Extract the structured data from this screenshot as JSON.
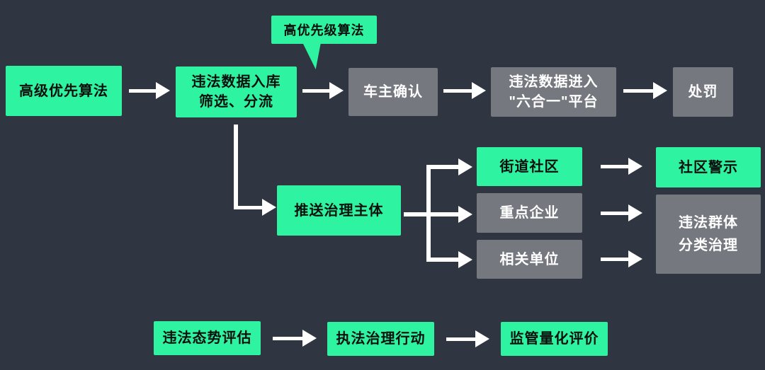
{
  "colors": {
    "background": "#2F3541",
    "node_green": "#2EF3A0",
    "node_gray": "#75787F",
    "arrow_white": "#FFFFFF",
    "text_on_green": "#0B0F0D",
    "text_on_gray": "#FFFFFF"
  },
  "callout": {
    "label": "高优先级算法"
  },
  "main_flow": {
    "advanced_algorithm": "高级优先算法",
    "data_intake": "违法数据入库\n筛选、分流",
    "owner_confirm": "车主确认",
    "platform_entry": "违法数据进入\n\"六合一\"平台",
    "punishment": "处罚"
  },
  "governance_flow": {
    "push_subject": "推送治理主体",
    "street_community": "街道社区",
    "key_enterprise": "重点企业",
    "related_unit": "相关单位",
    "community_warning": "社区警示",
    "group_governance": "违法群体\n分类治理"
  },
  "evaluation_flow": {
    "situation_assessment": "违法态势评估",
    "enforcement_action": "执法治理行动",
    "quantitative_evaluation": "监管量化评价"
  }
}
